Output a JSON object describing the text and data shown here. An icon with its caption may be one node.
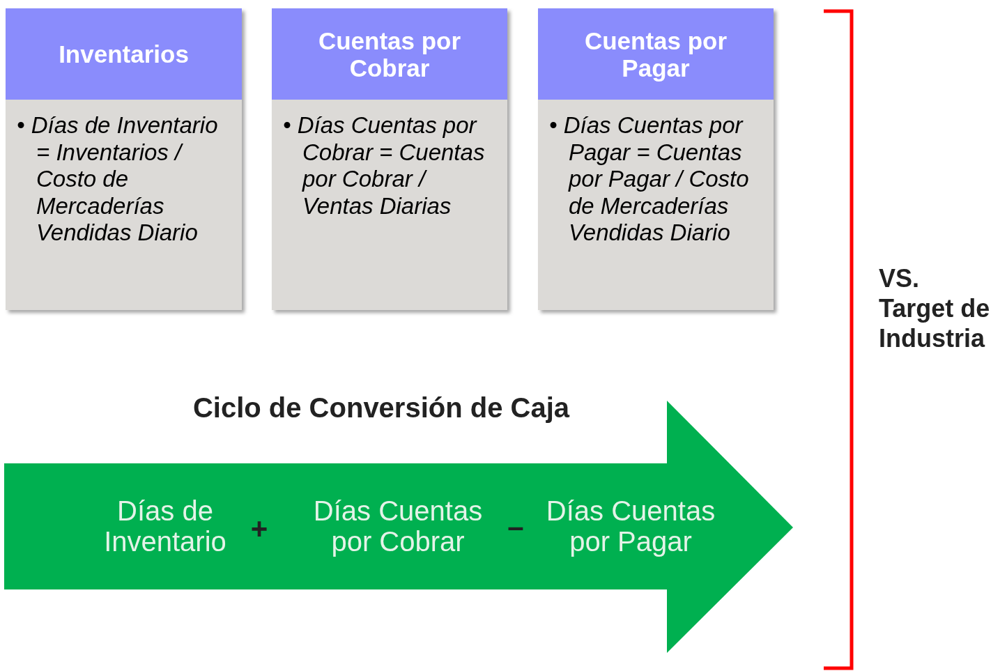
{
  "diagram": {
    "title": "Ciclo de Conversión de Caja",
    "nodes": [
      {
        "text": [
          "Inventarios",
          "• Días de Inventario = Inventarios / Costo de Mercaderías Vendidas Diario"
        ]
      },
      {
        "text": [
          "Cuentas por Cobrar",
          "• Días Cuentas por Cobrar = Cuentas por Cobrar / Ventas Diarias"
        ]
      },
      {
        "text": [
          "Cuentas por Pagar",
          "• Días Cuentas por Pagar = Cuentas por Pagar / Costo de Mercaderías Vendidas Diario"
        ]
      },
      {
        "text": [
          "Días de Inventario",
          "+",
          "Días Cuentas por Cobrar",
          "–",
          "Días Cuentas por Pagar"
        ]
      }
    ],
    "edges": [],
    "labels": [
      "VS.",
      "Target de Industria"
    ]
  }
}
